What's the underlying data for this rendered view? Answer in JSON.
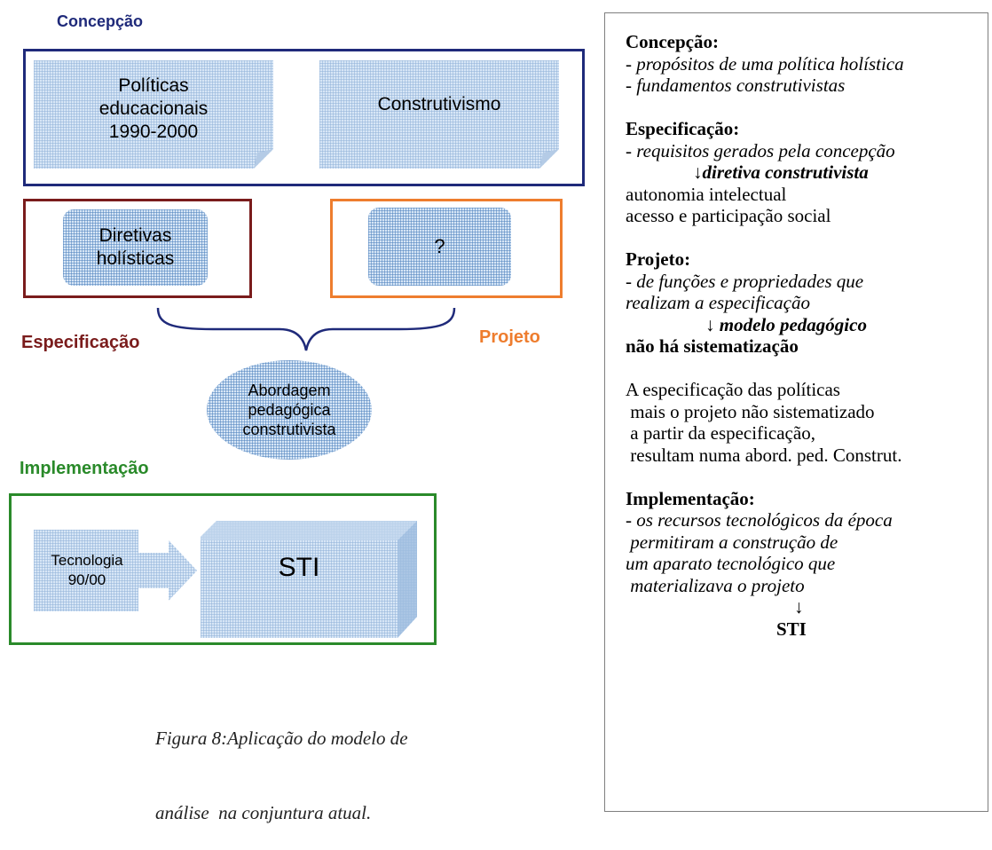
{
  "diagram": {
    "concepcao_label": "Concepção",
    "politicas_box": "Políticas\neducacionais\n1990-2000",
    "construtivismo_box": "Construtivismo",
    "diretivas_box": "Diretivas\nholísticas",
    "question_box": "?",
    "especificacao_label": "Especificação",
    "projeto_label": "Projeto",
    "abordagem_ellipse": "Abordagem\npedagógica\nconstrutivista",
    "implementacao_label": "Implementação",
    "tecnologia_box": "Tecnologia\n90/00",
    "sti_box": "STI",
    "caption_line1": "Figura 8:Aplicação do modelo de",
    "caption_line2": "análise  na conjuntura atual.",
    "colors": {
      "concepcao": "#1f2a7a",
      "especificacao": "#7a1c1c",
      "projeto": "#ee7d2e",
      "implementacao": "#2a8a2a",
      "fill": "#d7e6f6",
      "hatch": "#4f81bd"
    }
  },
  "panel": {
    "concepcao_title": "Concepção:",
    "concepcao_l1": "- propósitos de uma política holística",
    "concepcao_l2": "- fundamentos construtivistas",
    "especificacao_title": "Especificação:",
    "especificacao_l1": "- requisitos gerados pela concepção",
    "especificacao_l2": "↓diretiva construtivista",
    "especificacao_l3": "autonomia intelectual",
    "especificacao_l4": "acesso e participação social",
    "projeto_title": "Projeto:",
    "projeto_l1": "- de funções e propriedades que",
    "projeto_l2": "realizam a especificação",
    "projeto_l3": "↓ modelo pedagógico",
    "projeto_l4": "não há sistematização",
    "para_l1": "A especificação das políticas",
    "para_l2": " mais o projeto não sistematizado",
    "para_l3": " a partir da especificação,",
    "para_l4": " resultam numa abord. ped. Construt.",
    "impl_title": "Implementação:",
    "impl_l1": "- os recursos tecnológicos da época",
    "impl_l2": " permitiram a construção de",
    "impl_l3": "um aparato tecnológico que",
    "impl_l4": " materializava o projeto",
    "impl_arrow": "↓",
    "impl_sti": "STI"
  }
}
